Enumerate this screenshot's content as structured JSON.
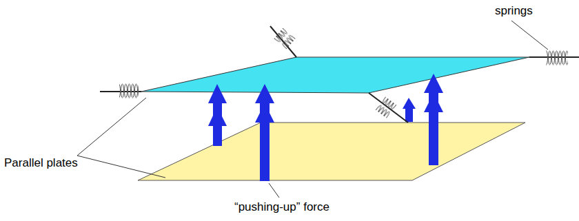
{
  "diagram": {
    "labels": [
      "springs",
      "Parallel plates",
      "“pushing-up” force"
    ]
  }
}
